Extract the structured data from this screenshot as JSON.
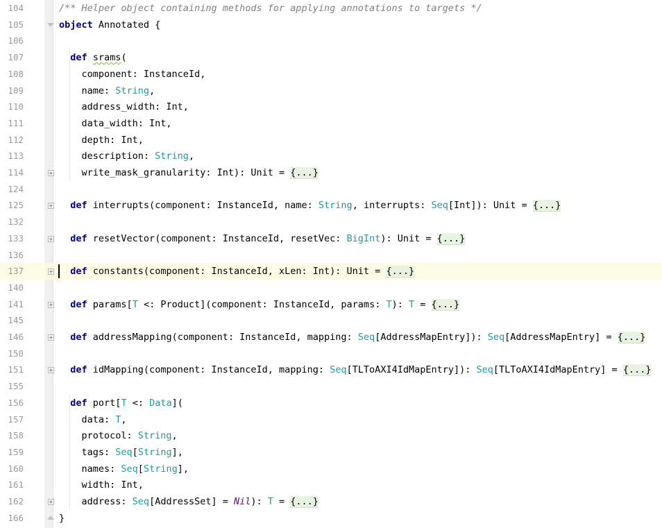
{
  "editor": {
    "current_line": "137",
    "lines": [
      {
        "num": "104",
        "text": "/** Helper object containing methods for applying annotations to targets */"
      },
      {
        "num": "105",
        "text": "object Annotated {"
      },
      {
        "num": "106",
        "text": ""
      },
      {
        "num": "107",
        "text": "  def srams("
      },
      {
        "num": "108",
        "text": "    component: InstanceId,"
      },
      {
        "num": "109",
        "text": "    name: String,"
      },
      {
        "num": "110",
        "text": "    address_width: Int,"
      },
      {
        "num": "111",
        "text": "    data_width: Int,"
      },
      {
        "num": "112",
        "text": "    depth: Int,"
      },
      {
        "num": "113",
        "text": "    description: String,"
      },
      {
        "num": "114",
        "text": "    write_mask_granularity: Int): Unit = {...}"
      },
      {
        "num": "124",
        "text": ""
      },
      {
        "num": "125",
        "text": "  def interrupts(component: InstanceId, name: String, interrupts: Seq[Int]): Unit = {...}"
      },
      {
        "num": "132",
        "text": ""
      },
      {
        "num": "133",
        "text": "  def resetVector(component: InstanceId, resetVec: BigInt): Unit = {...}"
      },
      {
        "num": "136",
        "text": ""
      },
      {
        "num": "137",
        "text": "  def constants(component: InstanceId, xLen: Int): Unit = {...}"
      },
      {
        "num": "140",
        "text": ""
      },
      {
        "num": "141",
        "text": "  def params[T <: Product](component: InstanceId, params: T): T = {...}"
      },
      {
        "num": "145",
        "text": ""
      },
      {
        "num": "146",
        "text": "  def addressMapping(component: InstanceId, mapping: Seq[AddressMapEntry]): Seq[AddressMapEntry] = {...}"
      },
      {
        "num": "150",
        "text": ""
      },
      {
        "num": "151",
        "text": "  def idMapping(component: InstanceId, mapping: Seq[TLToAXI4IdMapEntry]): Seq[TLToAXI4IdMapEntry] = {...}"
      },
      {
        "num": "155",
        "text": ""
      },
      {
        "num": "156",
        "text": "  def port[T <: Data]("
      },
      {
        "num": "157",
        "text": "    data: T,"
      },
      {
        "num": "158",
        "text": "    protocol: String,"
      },
      {
        "num": "159",
        "text": "    tags: Seq[String],"
      },
      {
        "num": "160",
        "text": "    names: Seq[String],"
      },
      {
        "num": "161",
        "text": "    width: Int,"
      },
      {
        "num": "162",
        "text": "    address: Seq[AddressSet] = Nil): T = {...}"
      },
      {
        "num": "166",
        "text": "}"
      }
    ]
  },
  "colors": {
    "keyword": "#000080",
    "comment": "#808080",
    "type": "#20999d",
    "nil": "#660e7a",
    "current_line_bg": "#fffae3",
    "folded_bg": "#e8f2e2"
  }
}
